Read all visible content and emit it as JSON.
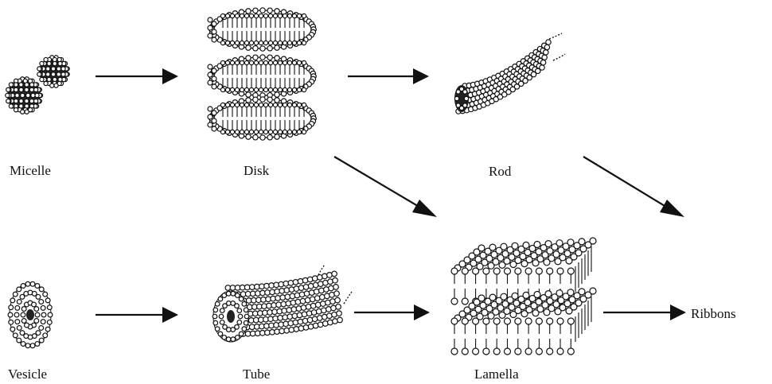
{
  "labels": {
    "micelle": "Micelle",
    "disk": "Disk",
    "rod": "Rod",
    "vesicle": "Vesicle",
    "tube": "Tube",
    "lamella": "Lamella",
    "ribbons": "Ribbons"
  },
  "colors": {
    "ink": "#111111",
    "bead_fill": "#ffffff",
    "background": "#ffffff"
  }
}
